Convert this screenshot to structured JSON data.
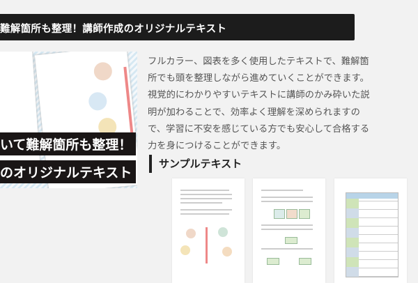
{
  "header": {
    "title": "難解箇所も整理！講師作成のオリジナルテキスト"
  },
  "hero": {
    "overlay_line1": "いて難解箇所も整理！",
    "overlay_line2": "のオリジナルテキスト"
  },
  "description": {
    "lines": [
      "フルカラー、図表を多く使用したテキストで、難解箇",
      "所でも頭を整理しながら進めていくことができます。",
      "視覚的にわかりやすいテキストに講師のかみ砕いた説",
      "明が加わることで、効率よく理解を深められますの",
      "で、学習に不安を感じている方でも安心して合格する",
      "力を身につけることができます。"
    ]
  },
  "sample": {
    "heading": "サンプルテキスト",
    "thumbnails": [
      "sample-page-1",
      "sample-page-2",
      "sample-page-3"
    ]
  },
  "colors": {
    "header_bg": "#1c1c1c",
    "page_bg": "#f2f2f2",
    "text": "#555555"
  }
}
